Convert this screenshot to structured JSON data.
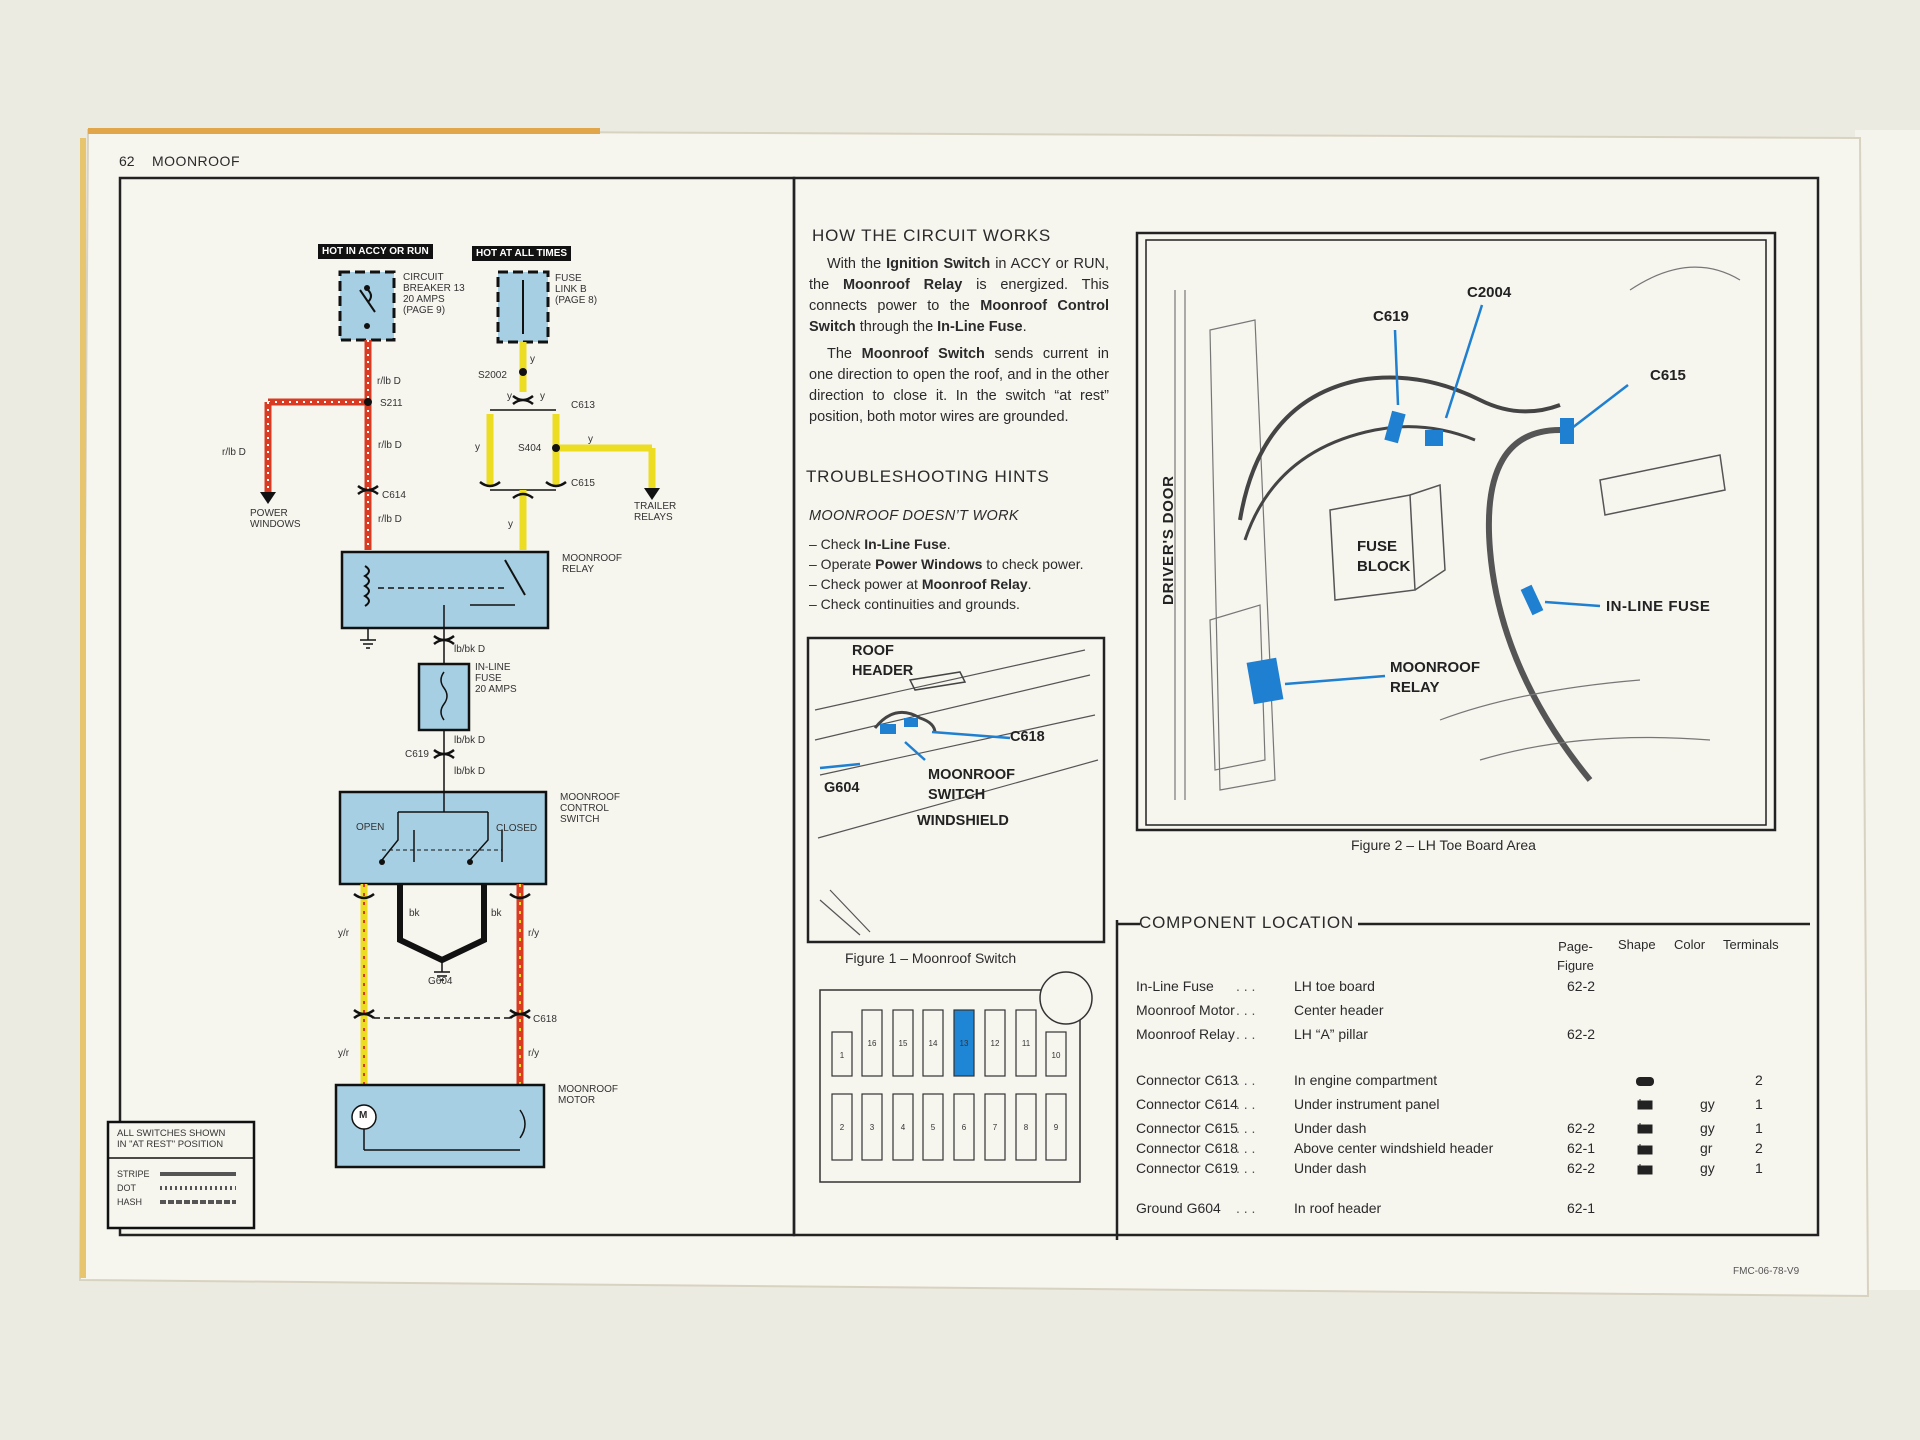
{
  "header": {
    "page_number": "62",
    "section": "MOONROOF"
  },
  "schematic": {
    "hot_accy": "HOT IN ACCY OR RUN",
    "hot_all": "HOT AT ALL TIMES",
    "cb_label": [
      "CIRCUIT",
      "BREAKER 13",
      "20 AMPS",
      "(PAGE 9)"
    ],
    "fuse_link_label": [
      "FUSE",
      "LINK B",
      "(PAGE 8)"
    ],
    "wires": {
      "rlbd": "r/lb D",
      "y": "y",
      "lbbkd": "lb/bk D",
      "bk": "bk",
      "yr": "y/r",
      "ry": "r/y"
    },
    "splices": {
      "s211": "S211",
      "s2002": "S2002",
      "s404": "S404"
    },
    "connectors": {
      "c613": "C613",
      "c614": "C614",
      "c615": "C615",
      "c619": "C619",
      "c618": "C618",
      "g604": "G604"
    },
    "power_windows": [
      "POWER",
      "WINDOWS"
    ],
    "trailer_relays": [
      "TRAILER",
      "RELAYS"
    ],
    "relay_label": [
      "MOONROOF",
      "RELAY"
    ],
    "inline_fuse_label": [
      "IN-LINE",
      "FUSE",
      "20 AMPS"
    ],
    "control_switch_label": [
      "MOONROOF",
      "CONTROL",
      "SWITCH"
    ],
    "open": "OPEN",
    "closed": "CLOSED",
    "motor_label": [
      "MOONROOF",
      "MOTOR"
    ],
    "motor_symbol": "M",
    "legend_title": [
      "ALL SWITCHES SHOWN",
      "IN \"AT REST\" POSITION"
    ],
    "legend_items": [
      "STRIPE",
      "DOT",
      "HASH"
    ]
  },
  "circuit": {
    "title": "HOW THE CIRCUIT WORKS",
    "p1": [
      "With the ",
      "Ignition Switch",
      " in ACCY or RUN, the ",
      "Moonroof Relay",
      " is energized. This connects power to the ",
      "Moonroof Control Switch",
      " through the ",
      "In-Line Fuse",
      "."
    ],
    "p2": [
      "The ",
      "Moonroof Switch",
      " sends current in one direction to open the roof, and in the other direction to close it. In the switch “at rest” position, both motor wires are grounded."
    ]
  },
  "troubleshooting": {
    "title": "TROUBLESHOOTING HINTS",
    "subtitle": "MOONROOF DOESN’T WORK",
    "hints": [
      [
        "– Check ",
        "In-Line Fuse",
        "."
      ],
      [
        "– Operate ",
        "Power Windows",
        " to check power."
      ],
      [
        "– Check power at ",
        "Moonroof Relay",
        "."
      ],
      [
        "– Check continuities and grounds.",
        "",
        ""
      ]
    ]
  },
  "figure1": {
    "roof_header": [
      "ROOF",
      "HEADER"
    ],
    "c618": "C618",
    "g604": "G604",
    "moonroof_switch": [
      "MOONROOF",
      "SWITCH"
    ],
    "windshield": "WINDSHIELD",
    "caption": "Figure 1 – Moonroof Switch"
  },
  "fuse_panel": {
    "top": [
      "1",
      "16",
      "15",
      "14",
      "13",
      "12",
      "11",
      "10"
    ],
    "bottom": [
      "2",
      "3",
      "4",
      "5",
      "6",
      "7",
      "8",
      "9"
    ],
    "highlight": "13",
    "highlight_color": "#1f86d6"
  },
  "figure2": {
    "c619": "C619",
    "c2004": "C2004",
    "c615": "C615",
    "fuse_block": [
      "FUSE",
      "BLOCK"
    ],
    "drivers_door": "DRIVER'S DOOR",
    "inline_fuse": "IN-LINE FUSE",
    "moonroof_relay": [
      "MOONROOF",
      "RELAY"
    ],
    "caption": "Figure 2 – LH Toe Board Area"
  },
  "component_location": {
    "title": "COMPONENT LOCATION",
    "headers": {
      "page": "Page-",
      "figure": "Figure",
      "shape": "Shape",
      "color": "Color",
      "terminals": "Terminals"
    },
    "rows": [
      {
        "component": "In-Line Fuse",
        "location": "LH toe board",
        "page": "62-2",
        "color": "",
        "terminals": ""
      },
      {
        "component": "Moonroof Motor",
        "location": "Center header",
        "page": "",
        "color": "",
        "terminals": ""
      },
      {
        "component": "Moonroof Relay",
        "location": "LH “A” pillar",
        "page": "62-2",
        "color": "",
        "terminals": ""
      },
      {
        "component": "Connector C613",
        "location": "In engine compartment",
        "page": "",
        "color": "",
        "terminals": "2"
      },
      {
        "component": "Connector C614",
        "location": "Under instrument panel",
        "page": "",
        "color": "gy",
        "terminals": "1"
      },
      {
        "component": "Connector C615",
        "location": "Under dash",
        "page": "62-2",
        "color": "gy",
        "terminals": "1"
      },
      {
        "component": "Connector C618",
        "location": "Above center windshield header",
        "page": "62-1",
        "color": "gr",
        "terminals": "2"
      },
      {
        "component": "Connector C619",
        "location": "Under dash",
        "page": "62-2",
        "color": "gy",
        "terminals": "1"
      },
      {
        "component": "Ground G604",
        "location": "In roof header",
        "page": "62-1",
        "color": "",
        "terminals": ""
      }
    ]
  },
  "footer": {
    "code": "FMC-06-78-V9"
  },
  "colors": {
    "blue_fill": "#a6cfe3",
    "red_wire": "#d83a22",
    "yellow_wire": "#ecdc22",
    "connector_blue": "#1f7fd0"
  }
}
